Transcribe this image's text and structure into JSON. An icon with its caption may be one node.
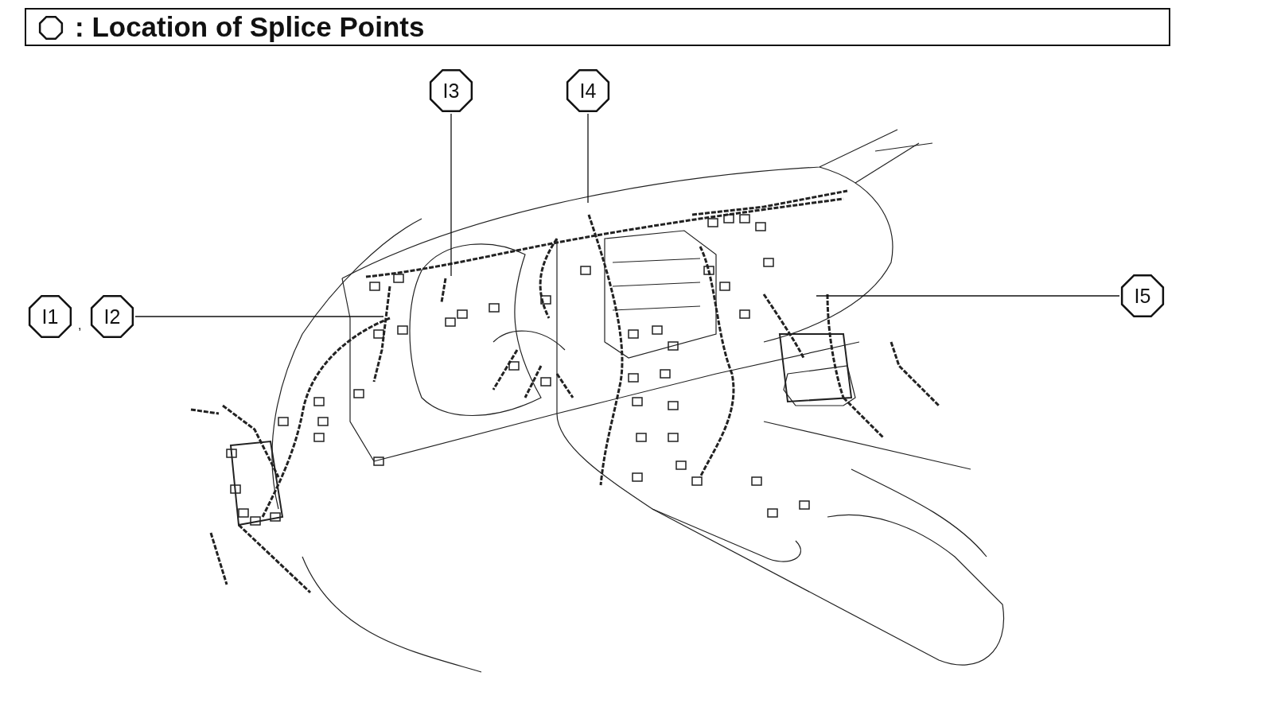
{
  "diagram": {
    "title": ": Location of Splice Points",
    "nodes": [
      {
        "text": [
          "I1"
        ]
      },
      {
        "text": [
          "I2"
        ]
      },
      {
        "text": [
          "I3"
        ]
      },
      {
        "text": [
          "I4"
        ]
      },
      {
        "text": [
          "I5"
        ]
      }
    ],
    "edges": [
      {
        "from": 1,
        "to": null,
        "arrow": "none"
      },
      {
        "from": 2,
        "to": null,
        "arrow": "none"
      },
      {
        "from": 3,
        "to": null,
        "arrow": "none"
      },
      {
        "from": 4,
        "to": null,
        "arrow": "none"
      }
    ],
    "labels": [
      ","
    ]
  }
}
